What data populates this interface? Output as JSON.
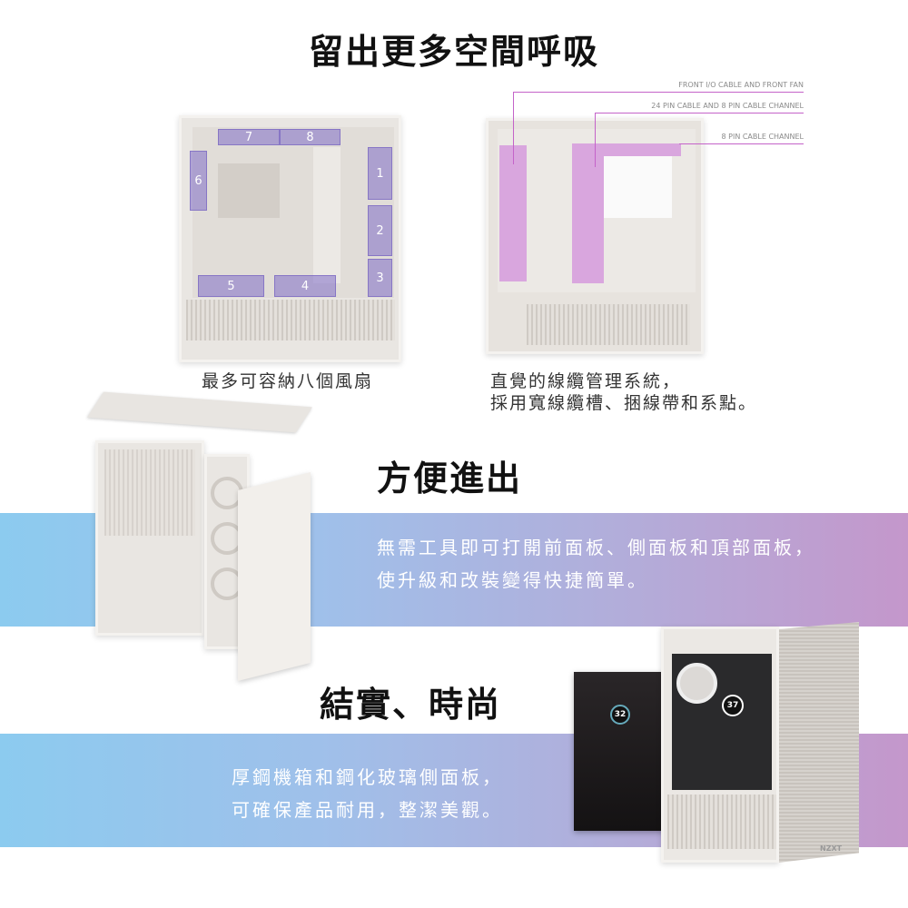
{
  "section1": {
    "title": "留出更多空間呼吸",
    "left_caption": "最多可容納八個風扇",
    "fan_numbers": [
      "1",
      "2",
      "3",
      "4",
      "5",
      "6",
      "7",
      "8"
    ],
    "right_caption_lines": [
      "直覺的線纜管理系統，",
      "採用寬線纜槽、捆線帶和系點。"
    ],
    "cable_labels": [
      "FRONT I/O CABLE AND FRONT FAN",
      "24 PIN CABLE AND 8 PIN CABLE CHANNEL",
      "8 PIN CABLE CHANNEL"
    ]
  },
  "section2": {
    "title": "方便進出",
    "text_lines": [
      "無需工具即可打開前面板、側面板和頂部面板，",
      "使升級和改裝變得快捷簡單。"
    ]
  },
  "section3": {
    "title": "結實、時尚",
    "text_lines": [
      "厚鋼機箱和鋼化玻璃側面板，",
      "可確保產品耐用，整潔美觀。"
    ],
    "screen_values": [
      "32",
      "37"
    ],
    "brand_logo": "NZXT"
  },
  "colors": {
    "band_start": "#8ccbef",
    "band_end": "#c497cb",
    "cable_highlight": "#d9a6de",
    "fan_highlight": "#8c78c8"
  }
}
